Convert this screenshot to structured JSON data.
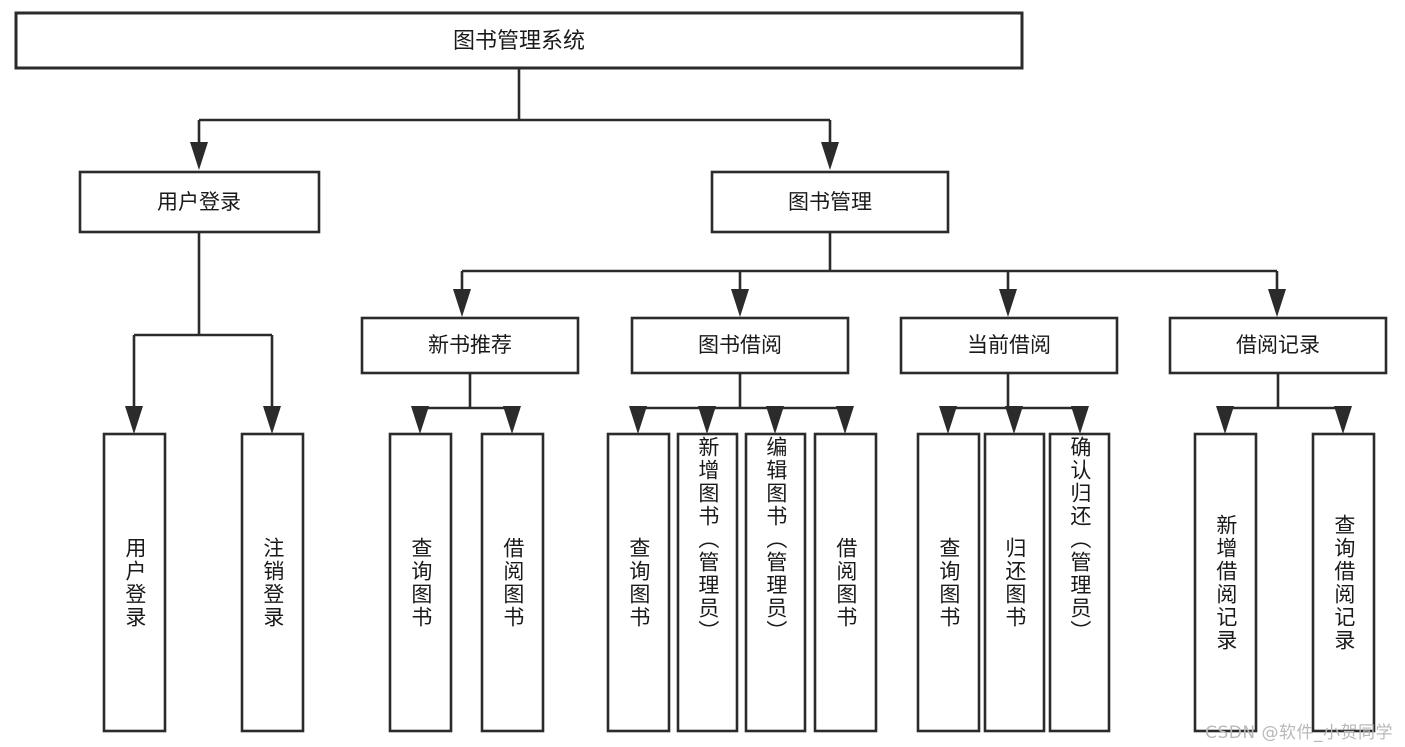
{
  "diagram": {
    "type": "tree",
    "title": "图书管理系统",
    "watermark": "CSDN @软件_小贺同学",
    "colors": {
      "background": "#ffffff",
      "stroke": "#2b2b2b",
      "text": "#1a1a1a",
      "watermark": "#b9b9b9"
    },
    "root": {
      "label": "图书管理系统"
    },
    "level2": [
      {
        "label": "用户登录"
      },
      {
        "label": "图书管理"
      }
    ],
    "level3": [
      {
        "label": "新书推荐"
      },
      {
        "label": "图书借阅"
      },
      {
        "label": "当前借阅"
      },
      {
        "label": "借阅记录"
      }
    ],
    "leaves": {
      "user_login": [
        {
          "label": "用户登录"
        },
        {
          "label": "注销登录"
        }
      ],
      "new_book_recommend": [
        {
          "label": "查询图书"
        },
        {
          "label": "借阅图书"
        }
      ],
      "book_borrow": [
        {
          "label": "查询图书"
        },
        {
          "label": "新增图书（管理员）"
        },
        {
          "label": "编辑图书（管理员）"
        },
        {
          "label": "借阅图书"
        }
      ],
      "current_borrow": [
        {
          "label": "查询图书"
        },
        {
          "label": "归还图书"
        },
        {
          "label": "确认归还（管理员）"
        }
      ],
      "borrow_records": [
        {
          "label": "新增借阅记录"
        },
        {
          "label": "查询借阅记录"
        }
      ]
    }
  }
}
